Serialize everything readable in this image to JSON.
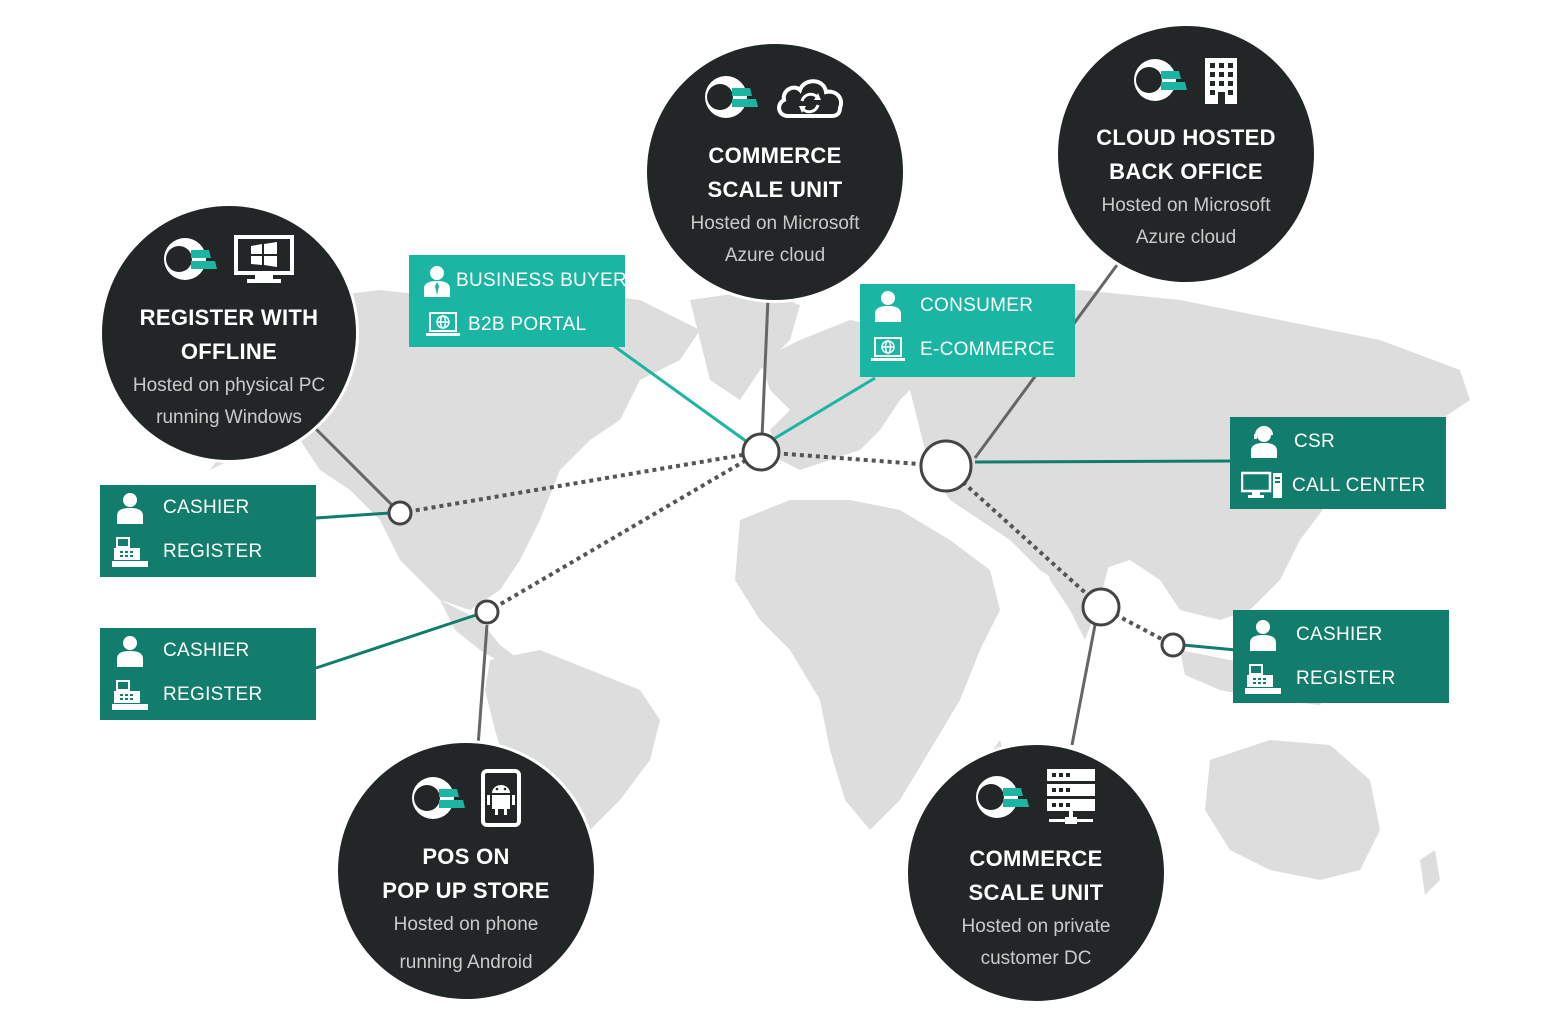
{
  "nodes": {
    "register_offline": {
      "title_line1": "REGISTER WITH",
      "title_line2": "OFFLINE",
      "sub_line1": "Hosted on physical PC",
      "sub_line2": "running Windows",
      "icon": "windows-monitor-icon"
    },
    "csu_azure": {
      "title_line1": "COMMERCE",
      "title_line2": "SCALE UNIT",
      "sub_line1": "Hosted on Microsoft",
      "sub_line2": "Azure cloud",
      "icon": "cloud-sync-icon"
    },
    "back_office": {
      "title_line1": "CLOUD HOSTED",
      "title_line2": "BACK OFFICE",
      "sub_line1": "Hosted on Microsoft",
      "sub_line2": "Azure cloud",
      "icon": "building-icon"
    },
    "pos_popup": {
      "title_line1": "POS ON",
      "title_line2": "POP UP STORE",
      "sub_line1": "Hosted on phone",
      "sub_line2": "running Android",
      "icon": "android-phone-icon"
    },
    "csu_private": {
      "title_line1": "COMMERCE",
      "title_line2": "SCALE UNIT",
      "sub_line1": "Hosted on private",
      "sub_line2": "customer DC",
      "icon": "server-icon"
    }
  },
  "boxes": {
    "b2b": {
      "row1": "BUSINESS BUYER",
      "row2": "B2B PORTAL"
    },
    "consumer": {
      "row1": "CONSUMER",
      "row2": "E-COMMERCE"
    },
    "call_center": {
      "row1": "CSR",
      "row2": "CALL CENTER"
    },
    "cashier_na": {
      "row1": "CASHIER",
      "row2": "REGISTER"
    },
    "cashier_ca": {
      "row1": "CASHIER",
      "row2": "REGISTER"
    },
    "cashier_asia": {
      "row1": "CASHIER",
      "row2": "REGISTER"
    }
  },
  "colors": {
    "node_dark": "#222627",
    "teal_light": "#1bb5a3",
    "teal_dark": "#127d6c",
    "map_gray": "#dcdcdc",
    "connector_gray": "#666666"
  }
}
